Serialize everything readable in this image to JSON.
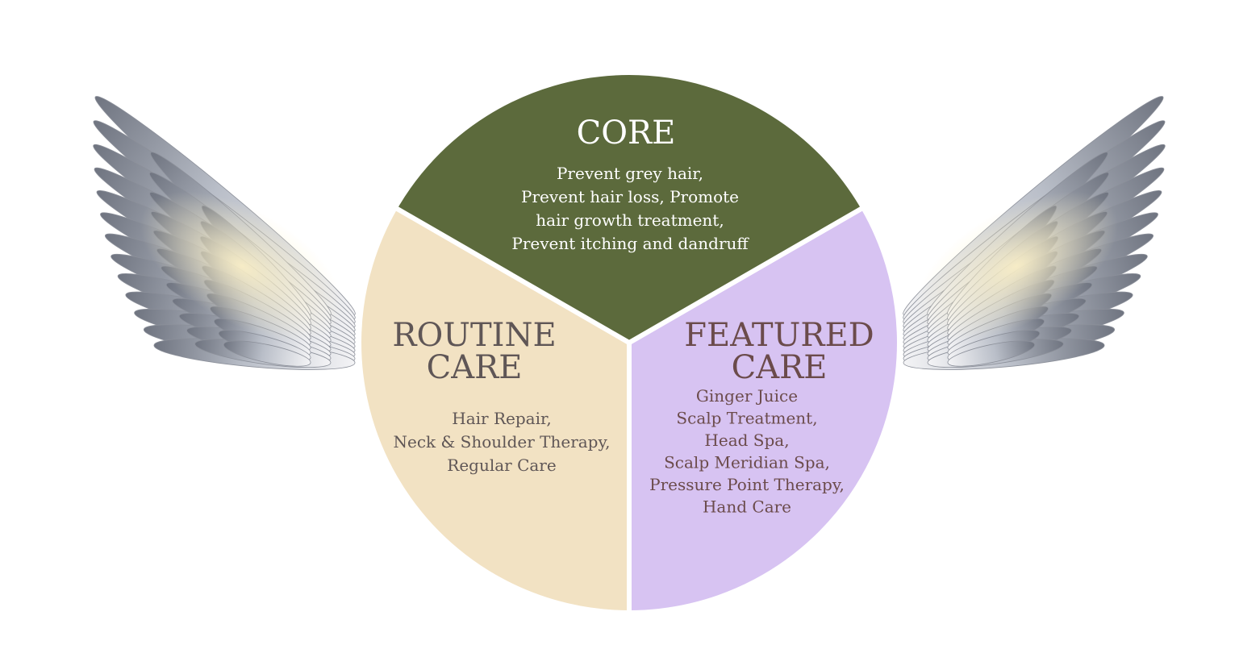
{
  "colors": {
    "core": "#5c6a3c",
    "routine": "#f2e2c3",
    "featured": "#d7c3f2",
    "core_text": "#ffffff",
    "routine_text": "#5f5656",
    "featured_text": "#6b4b4b"
  },
  "core": {
    "title": "CORE",
    "lines": [
      "Prevent grey hair,",
      "Prevent hair loss, Promote",
      "hair growth treatment,",
      "Prevent itching and dandruff"
    ]
  },
  "routine": {
    "title_lines": [
      "ROUTINE",
      "CARE"
    ],
    "lines": [
      "Hair Repair,",
      "Neck & Shoulder Therapy,",
      "Regular Care"
    ]
  },
  "featured": {
    "title_lines": [
      "FEATURED",
      "CARE"
    ],
    "lines": [
      "Ginger Juice",
      "Scalp Treatment,",
      "Head Spa,",
      "Scalp Meridian Spa,",
      "Pressure Point Therapy,",
      "Hand Care"
    ]
  }
}
